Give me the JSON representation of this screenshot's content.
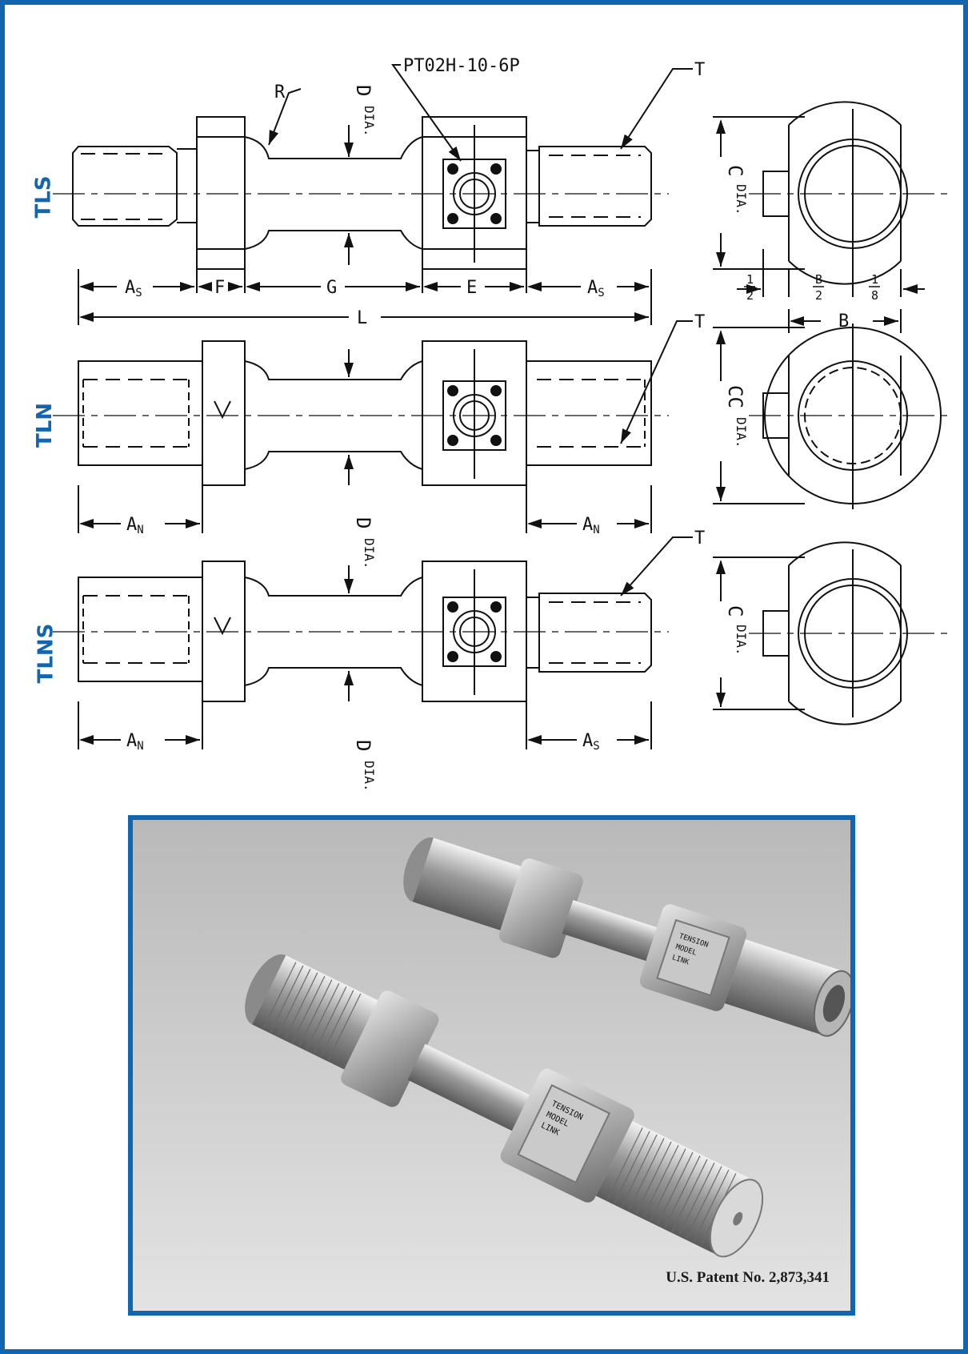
{
  "labels": {
    "tls": "TLS",
    "tln": "TLN",
    "tlns": "TLNS",
    "part_number": "PT02H-10-6P",
    "radius": "R",
    "thread": "T",
    "d_dia": "D",
    "dia_suffix": "DIA.",
    "c_dia": "C",
    "cc_dia": "CC",
    "as": "A",
    "as_sub": "S",
    "an": "A",
    "an_sub": "N",
    "f": "F",
    "g": "G",
    "e": "E",
    "l": "L",
    "b": "B",
    "half": "1",
    "half_den": "2",
    "b_half_num": "B",
    "b_half_den": "2",
    "eighth": "1",
    "eighth_den": "8"
  },
  "photo": {
    "caption": "U.S. Patent No. 2,873,341",
    "plate_text_1": "TENSION",
    "plate_text_2": "MODEL",
    "plate_text_3": "LINK"
  },
  "colors": {
    "accent": "#1266b0",
    "line": "#111111",
    "photo_bg": "#cfcfcf"
  }
}
